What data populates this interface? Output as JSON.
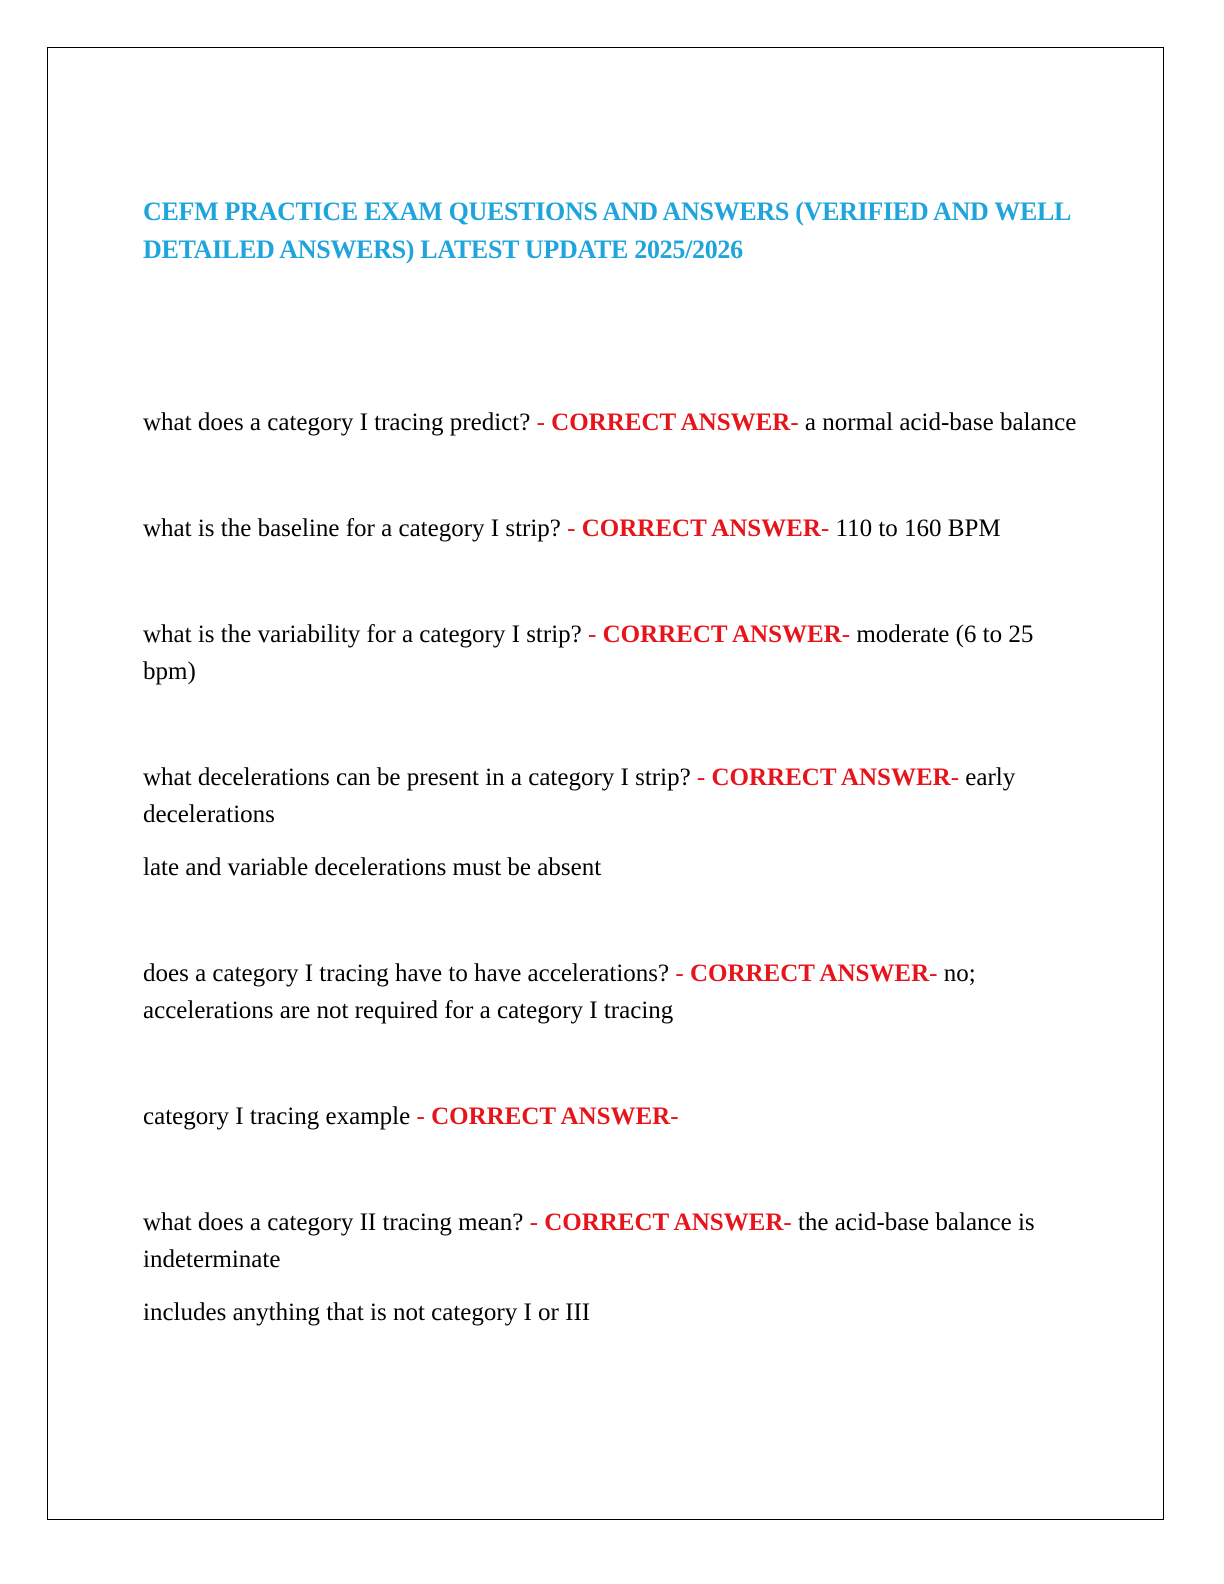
{
  "document": {
    "title": "CEFM PRACTICE EXAM QUESTIONS AND ANSWERS (VERIFIED AND WELL DETAILED ANSWERS) LATEST UPDATE 2025/2026",
    "colors": {
      "title": "#1fa5dc",
      "answer_marker": "#e8141b",
      "body_text": "#000000"
    },
    "marker": {
      "prefix": "- ",
      "label": "CORRECT ANSWER",
      "suffix": "- "
    },
    "items": [
      {
        "question": "what does a category I tracing predict? ",
        "answer": "a normal acid-base balance",
        "extra": ""
      },
      {
        "question": "what is the baseline for a category I strip? ",
        "answer": "110 to 160 BPM",
        "extra": ""
      },
      {
        "question": "what is the variability for a category I strip? ",
        "answer": "moderate (6 to 25 bpm)",
        "extra": ""
      },
      {
        "question": "what decelerations can be present in a category I strip? ",
        "answer": "early decelerations",
        "extra": "late and variable decelerations must be absent"
      },
      {
        "question": "does a category I tracing have to have accelerations? ",
        "answer": "no; accelerations are not required for a category I tracing",
        "extra": ""
      },
      {
        "question": "category I tracing example ",
        "answer": "",
        "extra": ""
      },
      {
        "question": "what does a category II tracing mean? ",
        "answer": "the acid-base balance is indeterminate",
        "extra": "includes anything that is not category I or III"
      }
    ]
  }
}
